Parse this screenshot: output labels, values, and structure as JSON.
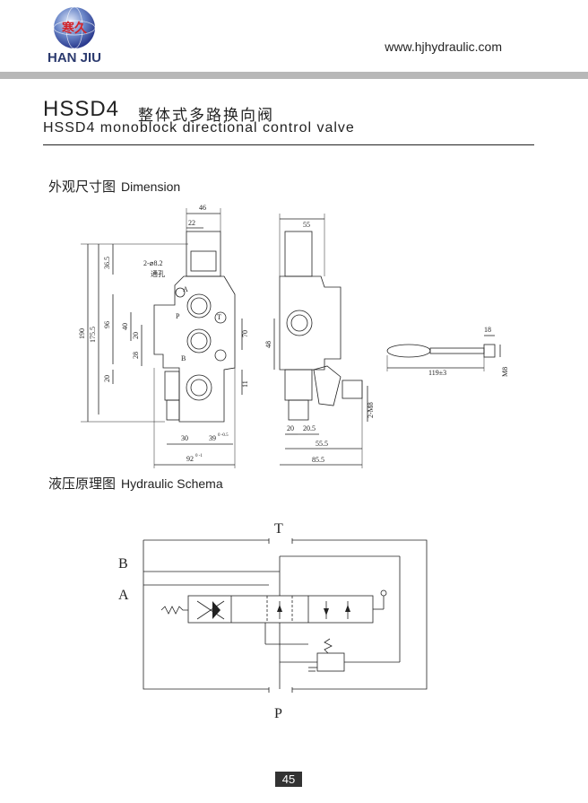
{
  "header": {
    "logo_text": "HAN JIU",
    "logo_glyph": "寒久",
    "website": "www.hjhydraulic.com"
  },
  "title": {
    "model": "HSSD4",
    "cn": "整体式多路换向阀",
    "en": "HSSD4 monoblock directional control valve"
  },
  "sections": {
    "dimension": {
      "cn": "外观尺寸图",
      "en": "Dimension"
    },
    "schema": {
      "cn": "液压原理图",
      "en": "Hydraulic Schema"
    }
  },
  "dimensions": {
    "front_width": "46",
    "front_handle": "22",
    "hole_label": "2-⌀8.2",
    "hole_note": "通孔",
    "height_total": "190",
    "height_175": "175.5",
    "height_96": "96",
    "top_36": "36.5",
    "mid_40": "40",
    "mid_20": "20",
    "mid_28": "28",
    "bottom_20": "20",
    "right_70": "70",
    "right_11": "11",
    "bottom_30": "30",
    "bottom_39": "39",
    "tol_39": "0\n-0.5",
    "bottom_92": "92",
    "tol_92": "0\n-1",
    "side_55": "55",
    "side_48": "48",
    "side_20": "20",
    "side_20_5": "20.5",
    "side_55_5": "55.5",
    "side_85_5": "85.5",
    "thread_m8": "2-M8",
    "lever_18": "18",
    "lever_119": "119±3",
    "lever_m8": "M8",
    "port_a": "A",
    "port_b": "B",
    "port_p": "P",
    "port_t": "T"
  },
  "schema": {
    "t": "T",
    "b": "B",
    "a": "A",
    "p": "P"
  },
  "footer": {
    "page": "45"
  }
}
